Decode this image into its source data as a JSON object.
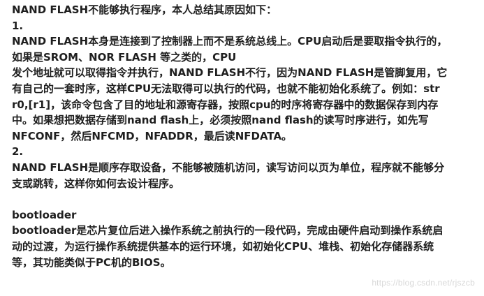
{
  "document": {
    "lines": [
      "NAND FLASH不能够执行程序，本人总结其原因如下：",
      "1.",
      "NAND FLASH本身是连接到了控制器上而不是系统总线上。CPU启动后是要取指令执行的，",
      "如果是SROM、NOR FLASH 等之类的，CPU",
      "发个地址就可以取得指令并执行，NAND FLASH不行，因为NAND FLASH是管脚复用，它",
      "有自己的一套时序，这样CPU无法取得可以执行的代码，也就不能初始化系统了。例如：str",
      "r0,[r1]，该命令包含了目的地址和源寄存器，按照cpu的时序将寄存器中的数据保存到内存",
      "中。如果想把数据存储到nand flash上，必须按照nand flash的读写时序进行，如先写",
      "NFCONF，然后NFCMD，NFADDR，最后读NFDATA。",
      "2.",
      "NAND FLASH是顺序存取设备，不能够被随机访问，读写访问以页为单位，程序就不能够分",
      "支或跳转，这样你如何去设计程序。",
      "",
      "bootloader",
      "bootloader是芯片复位后进入操作系统之前执行的一段代码，完成由硬件启动到操作系统启",
      "动的过渡，为运行操作系统提供基本的运行环境，如初始化CPU、堆栈、初始化存储器系统",
      "等，其功能类似于PC机的BIOS。"
    ]
  },
  "watermark": "https://blog.csdn.net/rjszcb"
}
